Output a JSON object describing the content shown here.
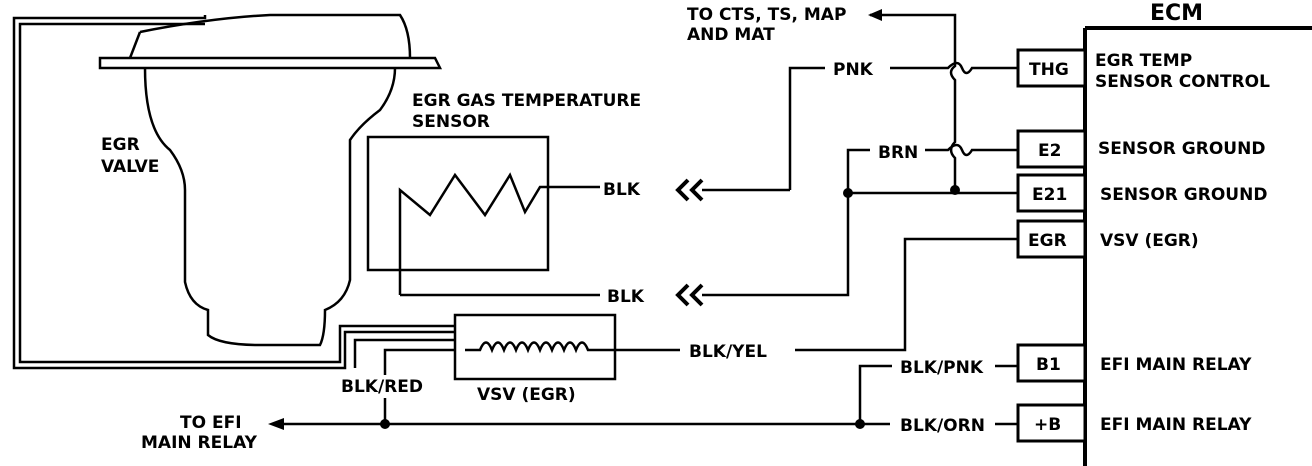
{
  "ecm": {
    "title": "ECM"
  },
  "pins": [
    {
      "code": "THG",
      "desc1": "EGR TEMP",
      "desc2": "SENSOR CONTROL"
    },
    {
      "code": "E2",
      "desc1": "SENSOR GROUND",
      "desc2": ""
    },
    {
      "code": "E21",
      "desc1": "SENSOR GROUND",
      "desc2": ""
    },
    {
      "code": "EGR",
      "desc1": "VSV (EGR)",
      "desc2": ""
    },
    {
      "code": "B1",
      "desc1": "EFI MAIN RELAY",
      "desc2": ""
    },
    {
      "code": "+B",
      "desc1": "EFI MAIN RELAY",
      "desc2": ""
    }
  ],
  "wires": {
    "pnk": "PNK",
    "brn": "BRN",
    "blk_top": "BLK",
    "blk_bottom": "BLK",
    "blk_yel": "BLK/YEL",
    "blk_red": "BLK/RED",
    "blk_pnk": "BLK/PNK",
    "blk_orn": "BLK/ORN"
  },
  "labels": {
    "to_cts_line1": "TO CTS, TS, MAP",
    "to_cts_line2": "AND MAT",
    "egr_valve_line1": "EGR",
    "egr_valve_line2": "VALVE",
    "sensor_line1": "EGR GAS TEMPERATURE",
    "sensor_line2": "SENSOR",
    "vsv": "VSV (EGR)",
    "to_efi_line1": "TO EFI",
    "to_efi_line2": "MAIN RELAY"
  }
}
